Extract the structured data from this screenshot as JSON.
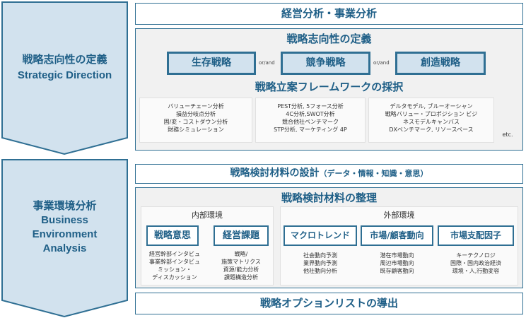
{
  "left_top": {
    "title_jp": "戦略志向性の定義",
    "title_en": "Strategic Direction"
  },
  "left_bottom": {
    "title_jp": "事業環境分析",
    "title_en_1": "Business",
    "title_en_2": "Environment",
    "title_en_3": "Analysis"
  },
  "top": {
    "header": "経営分析・事業分析",
    "section_title": "戦略志向性の定義",
    "strategies": [
      "生存戦略",
      "競争戦略",
      "創造戦略"
    ],
    "connector": "or/and",
    "framework_title": "戦略立案フレームワークの採択",
    "framework_cols": [
      [
        "バリューチェーン分析",
        "損益分岐点分析",
        "固/変・コストダウン分析",
        "財務シミュレーション"
      ],
      [
        "PEST分析, 5フォース分析",
        "4C分析,SWOT分析",
        "競合他社ベンチマーク",
        "STP分析, マーケティング 4P"
      ],
      [
        "デルタモデル, ブルーオーシャン",
        "戦略バリュー・プロポジション ビジ",
        "ネスモデルキャンバス",
        "DXベンチマーク, リソースベース"
      ]
    ],
    "etc": "etc."
  },
  "bottom": {
    "design_title": "戦略検討材料の設計",
    "design_sub": "（データ・情報・知識・意思）",
    "organize_title": "戦略検討材料の整理",
    "internal": {
      "label": "内部環境",
      "boxes": [
        "戦略意思",
        "経営課題"
      ],
      "notes": [
        [
          "経営幹部インタビュ",
          "事業幹部インタビュ",
          "ミッション・",
          "ディスカッション"
        ],
        [
          "戦略/",
          "施策マトリクス",
          "資源/能力分析",
          "課題構造分析"
        ]
      ]
    },
    "external": {
      "label": "外部環境",
      "boxes": [
        "マクロトレンド",
        "市場/顧客動向",
        "市場支配因子"
      ],
      "notes": [
        [
          "社会動向予測",
          "業界動向予測",
          "他社動向分析"
        ],
        [
          "潜在市場動向",
          "周辺市場動向",
          "既存顧客動向"
        ],
        [
          "キーテクノロジ",
          "国際・国内政治経済",
          "環境・人,行動変容"
        ]
      ]
    },
    "option_title": "戦略オプションリストの導出"
  }
}
